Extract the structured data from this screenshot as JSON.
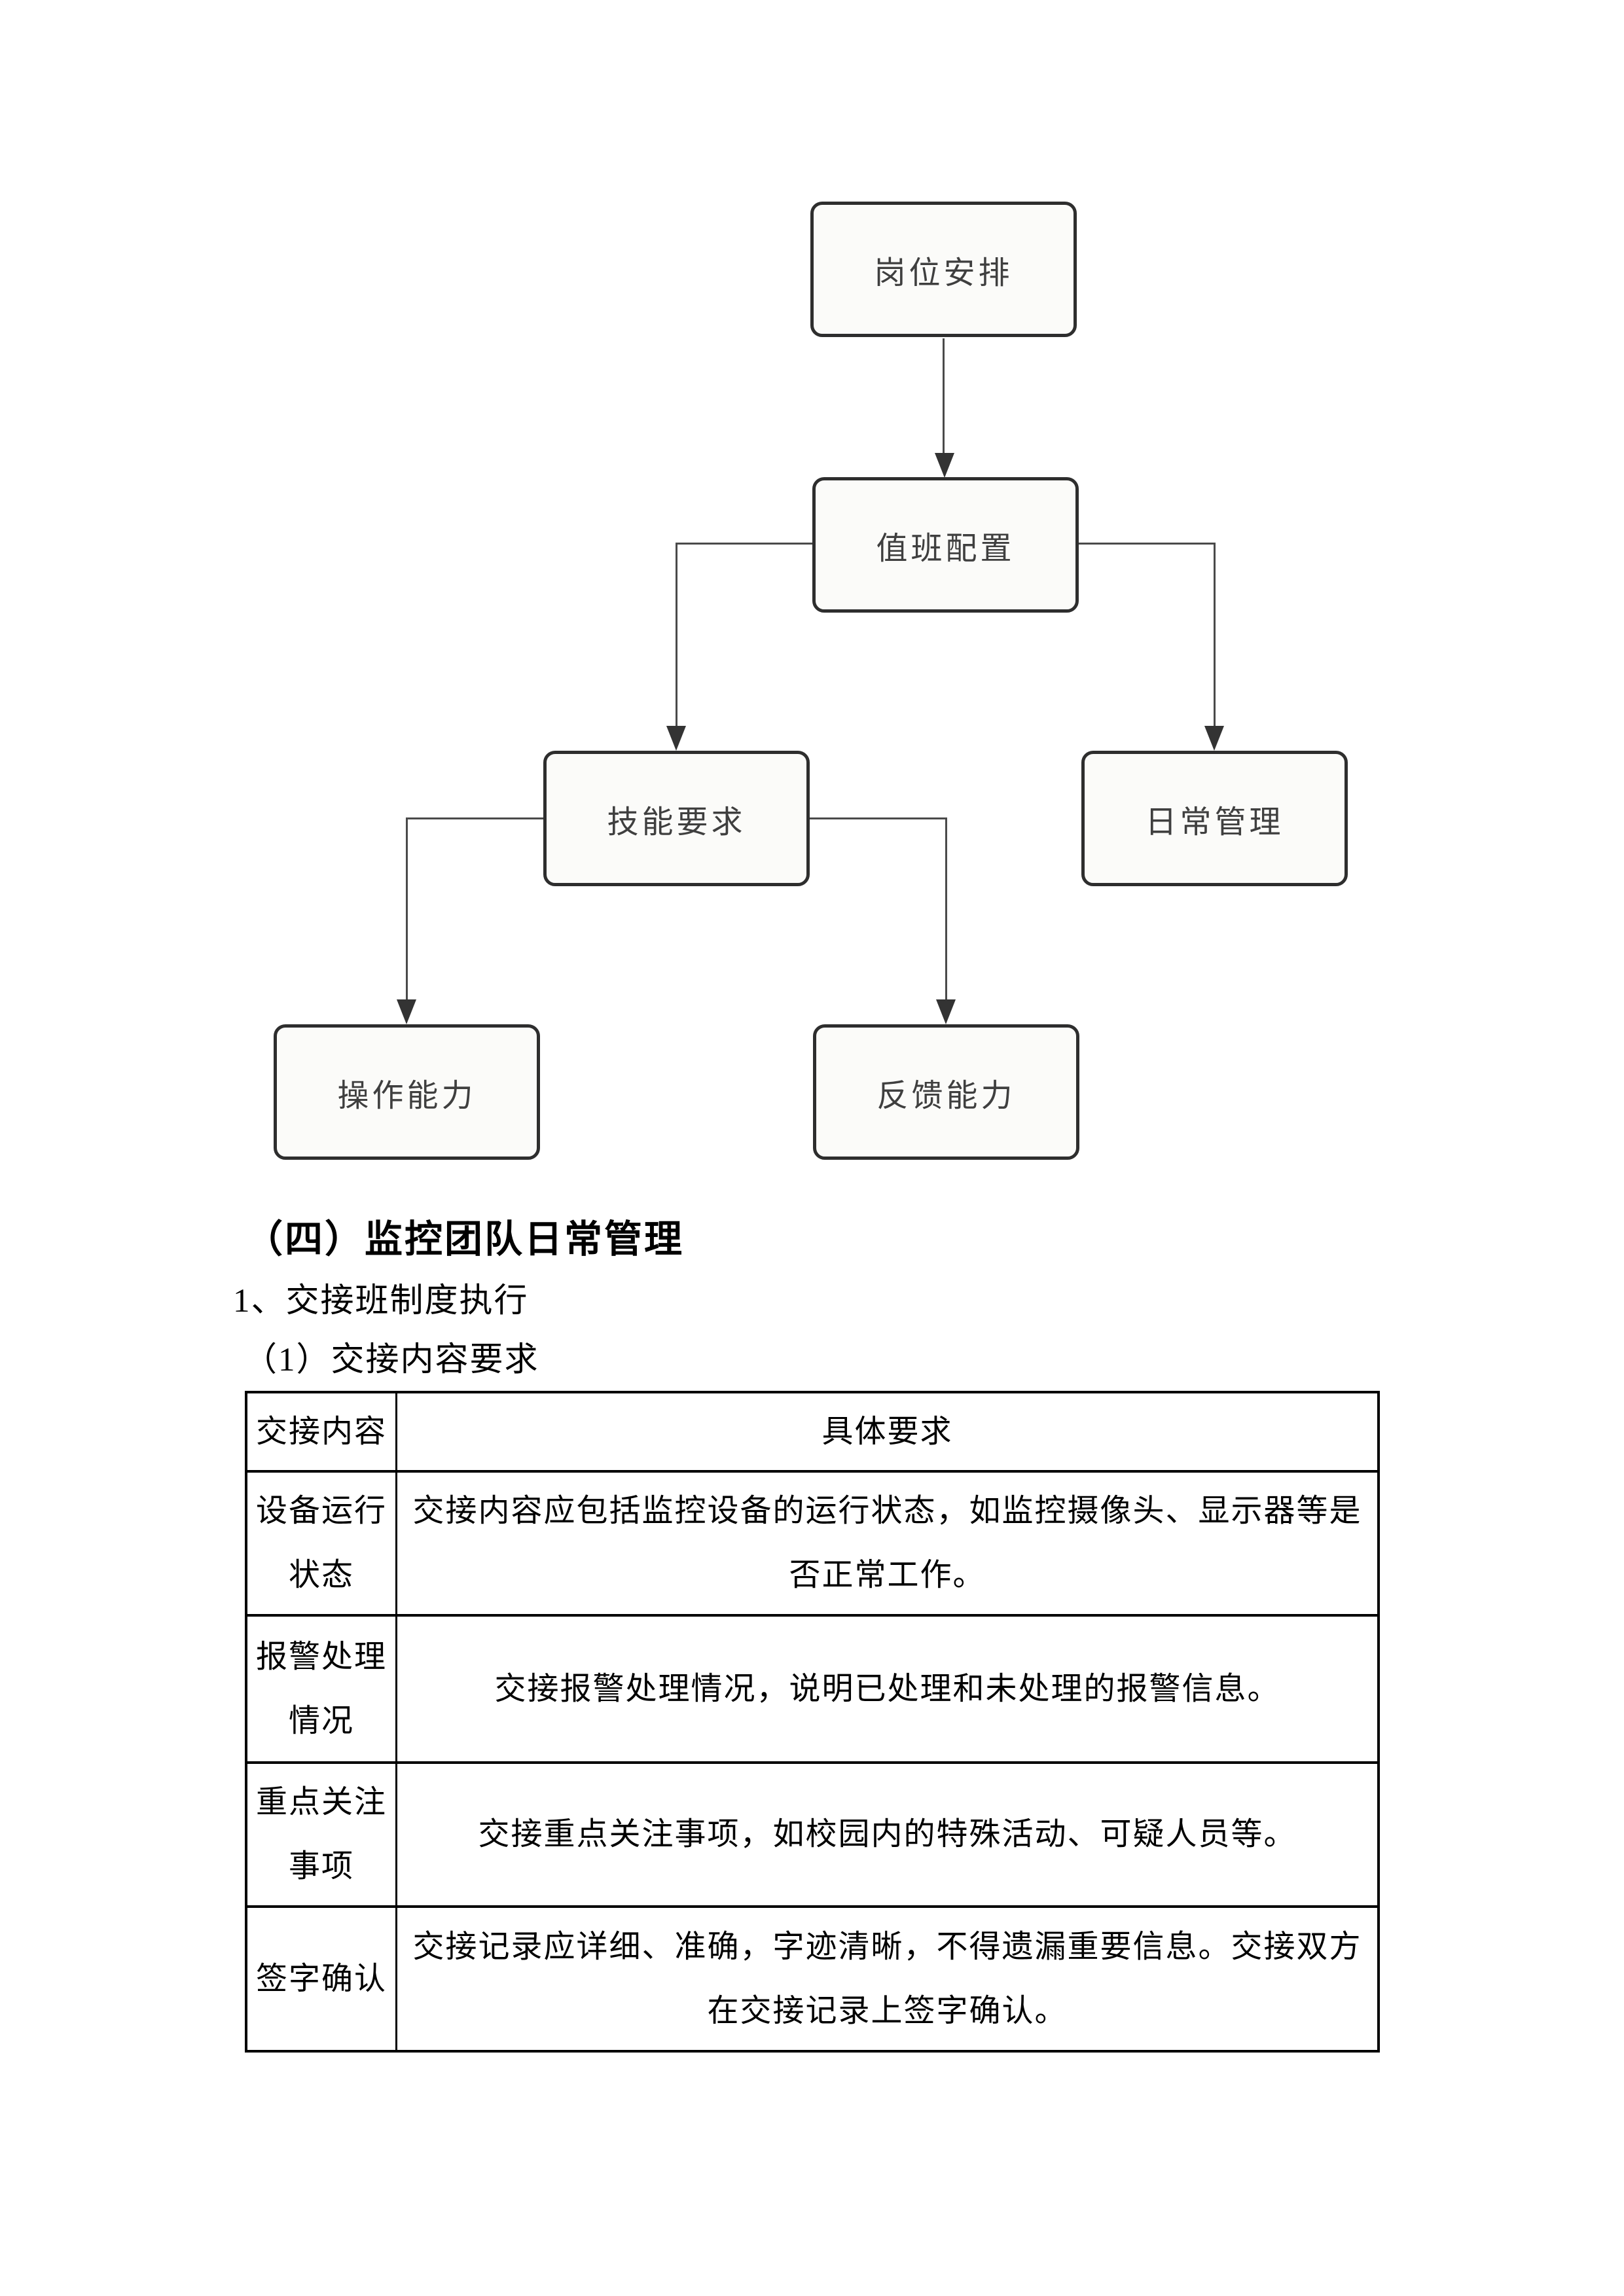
{
  "flowchart": {
    "style": {
      "node_border_color": "#2e2e2e",
      "node_fill": "#fbfbf9",
      "node_text_color": "#3f3f3f",
      "connector_color": "#4a4a4a"
    },
    "nodes": [
      {
        "id": "post-arrangement",
        "label": "岗位安排"
      },
      {
        "id": "duty-configuration",
        "label": "值班配置"
      },
      {
        "id": "skill-requirements",
        "label": "技能要求"
      },
      {
        "id": "daily-management",
        "label": "日常管理"
      },
      {
        "id": "operation-ability",
        "label": "操作能力"
      },
      {
        "id": "feedback-ability",
        "label": "反馈能力"
      }
    ],
    "edges": [
      "岗位安排→值班配置",
      "值班配置→技能要求",
      "值班配置→日常管理",
      "技能要求→操作能力",
      "技能要求→反馈能力"
    ]
  },
  "section": {
    "heading": "（四）监控团队日常管理",
    "subheading1": "1、交接班制度执行",
    "subheading2": "（1）交接内容要求"
  },
  "table": {
    "headers": [
      "交接内容",
      "具体要求"
    ],
    "rows": [
      {
        "item": "设备运行状态",
        "requirement": "交接内容应包括监控设备的运行状态，如监控摄像头、显示器等是否正常工作。"
      },
      {
        "item": "报警处理情况",
        "requirement": "交接报警处理情况，说明已处理和未处理的报警信息。"
      },
      {
        "item": "重点关注事项",
        "requirement": "交接重点关注事项，如校园内的特殊活动、可疑人员等。"
      },
      {
        "item": "签字确认",
        "requirement": "交接记录应详细、准确，字迹清晰，不得遗漏重要信息。交接双方在交接记录上签字确认。"
      }
    ]
  }
}
